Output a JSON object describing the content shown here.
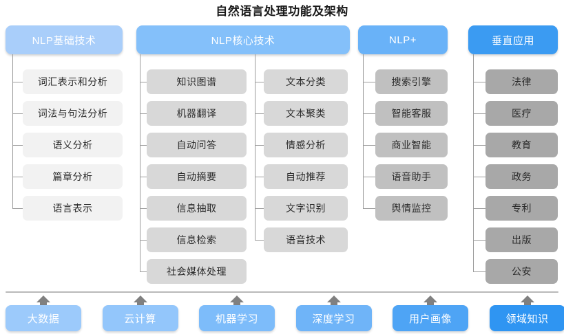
{
  "title": "自然语言处理功能及架构",
  "colors": {
    "header_1": "#a9cefa",
    "header_2": "#84c0fa",
    "header_3": "#69b2f8",
    "header_4": "#3b9bf2",
    "node_1": "#f2f2f2",
    "node_2": "#d8d8d8",
    "node_3": "#c0c0c0",
    "node_4": "#a8a8a8",
    "connector": "#9a9a9a",
    "rule": "#b9b9b9",
    "arrow": "#808080",
    "title_text": "#1a1a1a"
  },
  "columns": [
    {
      "header": "NLP基础技术",
      "groups": [
        {
          "items": [
            "词汇表示和分析",
            "词法与句法分析",
            "语义分析",
            "篇章分析",
            "语言表示"
          ]
        }
      ]
    },
    {
      "header": "NLP核心技术",
      "groups": [
        {
          "items": [
            "知识图谱",
            "机器翻译",
            "自动问答",
            "自动摘要",
            "信息抽取",
            "信息检索",
            "社会媒体处理"
          ]
        },
        {
          "items": [
            "文本分类",
            "文本聚类",
            "情感分析",
            "自动推荐",
            "文字识别",
            "语音技术"
          ]
        }
      ]
    },
    {
      "header": "NLP+",
      "groups": [
        {
          "items": [
            "搜索引擎",
            "智能客服",
            "商业智能",
            "语音助手",
            "舆情监控"
          ]
        }
      ]
    },
    {
      "header": "垂直应用",
      "groups": [
        {
          "items": [
            "法律",
            "医疗",
            "教育",
            "政务",
            "专利",
            "出版",
            "公安"
          ]
        }
      ]
    }
  ],
  "foundation": {
    "items": [
      {
        "label": "大数据",
        "color": "#9ccafb"
      },
      {
        "label": "云计算",
        "color": "#93c6fb"
      },
      {
        "label": "机器学习",
        "color": "#7dbcfa"
      },
      {
        "label": "深度学习",
        "color": "#6fb4f8"
      },
      {
        "label": "用户画像",
        "color": "#4ea4f5"
      },
      {
        "label": "领域知识",
        "color": "#2f95f2"
      }
    ],
    "arrow_icon": "arrow-up-icon"
  }
}
